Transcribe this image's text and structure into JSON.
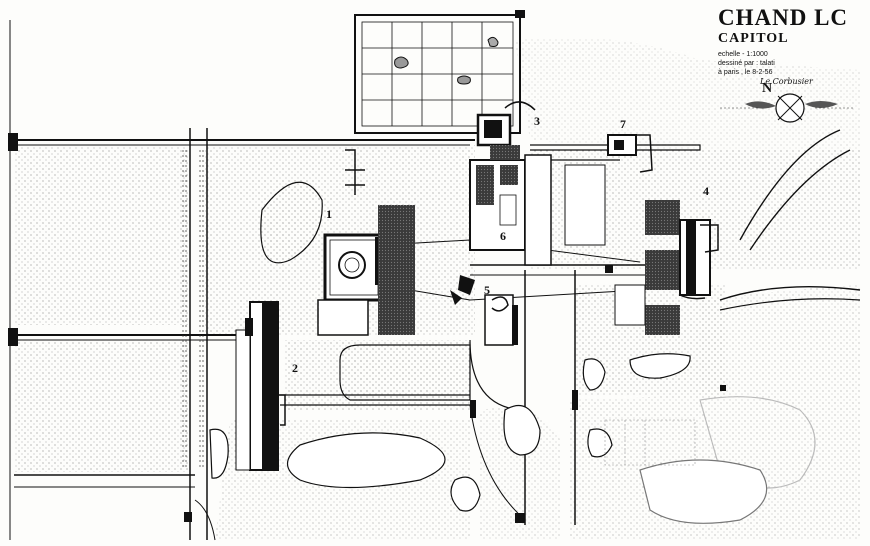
{
  "title": {
    "main": "CHAND LC",
    "sub": "CAPITOL",
    "scale": "echelle - 1:1000",
    "drawn_by": "dessiné par : talati",
    "place_date": "à paris , le  8-2-56",
    "signature": "Le Corbusier"
  },
  "north_label": "N",
  "building_numbers": [
    "1",
    "2",
    "3",
    "4",
    "5",
    "6",
    "7"
  ],
  "colors": {
    "ink": "#111111",
    "hatch": "#555555",
    "paper": "#fdfdfb"
  }
}
